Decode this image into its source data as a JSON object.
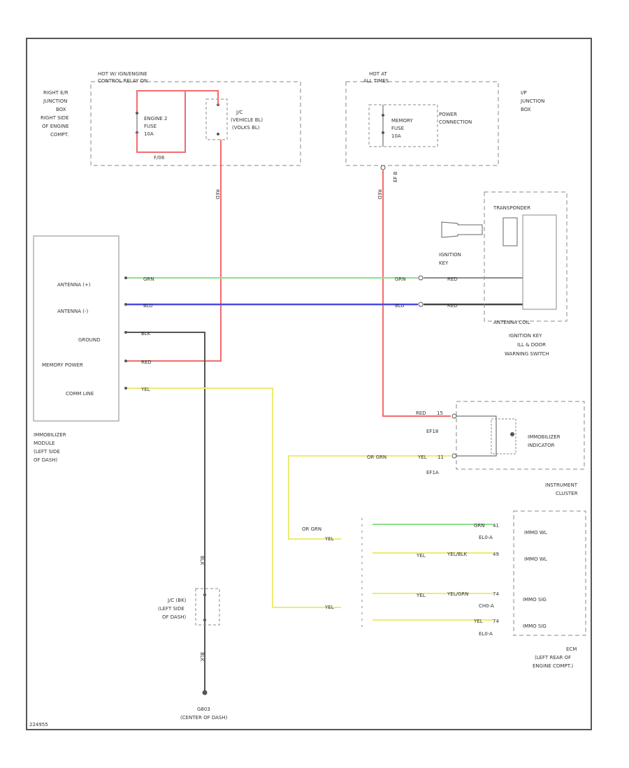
{
  "colors": {
    "wire_red": "#f26b6b",
    "wire_green": "#8ee08e",
    "wire_blue": "#4a4ae0",
    "wire_yellow": "#ecec70",
    "wire_black": "#555555",
    "frame": "#555555",
    "dash": "#888888"
  },
  "top_left": {
    "box_title_1": "HOT W/ IGN/ENGINE",
    "box_title_2": "CONTROL RELAY ON",
    "location_1": "RIGHT E/R",
    "location_2": "JUNCTION",
    "location_3": "BOX",
    "location_4": "RIGHT SIDE",
    "location_5": "OF ENGINE",
    "location_6": "COMPT.",
    "fuse_1": "ENGINE 2",
    "fuse_2": "FUSE",
    "fuse_3": "10A",
    "fuse_pin": "F/06",
    "jc_1": "J/C",
    "jc_2": "(VEHICLE BL)",
    "jc_3": "(VOLKS BL)"
  },
  "top_right": {
    "box_title_1": "HOT AT",
    "box_title_2": "ALL TIMES",
    "fuse_1": "MEMORY",
    "fuse_2": "FUSE",
    "fuse_3": "10A",
    "conn_1": "POWER",
    "conn_2": "CONNECTION",
    "jb_1": "I/P",
    "jb_2": "JUNCTION",
    "jb_3": "BOX",
    "pin": "EF B"
  },
  "wire_labels": {
    "red_left_vertical": "RED",
    "red_right_vertical": "RED",
    "green_1": "GRN",
    "green_2": "GRN",
    "green_3": "RED",
    "blue_1": "BLU",
    "blue_2": "BLU",
    "blue_3": "RED",
    "ground": "BLK",
    "memory": "RED",
    "comm": "YEL"
  },
  "immobilizer_module": {
    "pins": [
      "ANTENNA (+)",
      "ANTENNA (-)",
      "GROUND",
      "MEMORY POWER",
      "COMM LINE"
    ],
    "caption_1": "IMMOBILIZER",
    "caption_2": "MODULE",
    "caption_3": "(LEFT SIDE",
    "caption_4": "OF DASH)"
  },
  "ignition_switch": {
    "transponder": "TRANSPONDER",
    "key_1": "IGNITION",
    "key_2": "KEY",
    "antenna_coil": "ANTENNA COIL",
    "caption_1": "IGNITION KEY",
    "caption_2": "ILL & DOOR",
    "caption_3": "WARNING SWITCH"
  },
  "instrument_cluster": {
    "wire_red": "RED",
    "wire_red_pin": "15",
    "conn_1": "EF18",
    "wire_org": "OR GRN",
    "wire_yel": "YEL",
    "wire_yel_pin": "11",
    "conn_2": "EF1A",
    "indicator_1": "IMMOBILIZER",
    "indicator_2": "INDICATOR",
    "caption_1": "INSTRUMENT",
    "caption_2": "CLUSTER"
  },
  "ecm": {
    "left_labels": [
      "OR GRN",
      "YEL",
      "YEL"
    ],
    "rows": [
      {
        "wire": "GRN",
        "pin": "41",
        "connector": "EL0-A",
        "signal": "IMMO WL"
      },
      {
        "wire": "YEL",
        "pin": "49",
        "connector": "",
        "signal": "IMMO WL"
      },
      {
        "wire": "YEL",
        "pin": "74",
        "connector": "CH0-A",
        "signal": "IMMO SIG"
      },
      {
        "wire": "YEL",
        "pin": "74",
        "connector": "EL0-A",
        "signal": "IMMO SIG"
      }
    ],
    "twist_label_1": "YEL/BLK",
    "twist_label_2": "YEL/GRN",
    "caption_1": "ECM",
    "caption_2": "(LEFT REAR OF",
    "caption_3": "ENGINE COMPT.)"
  },
  "ground": {
    "wire_1": "BLK",
    "wire_2": "BLK",
    "jc_1": "J/C (BK)",
    "jc_2": "(LEFT SIDE",
    "jc_3": "OF DASH)",
    "ground_1": "G803",
    "ground_2": "(CENTER OF DASH)"
  },
  "footer": {
    "code": "224955"
  }
}
